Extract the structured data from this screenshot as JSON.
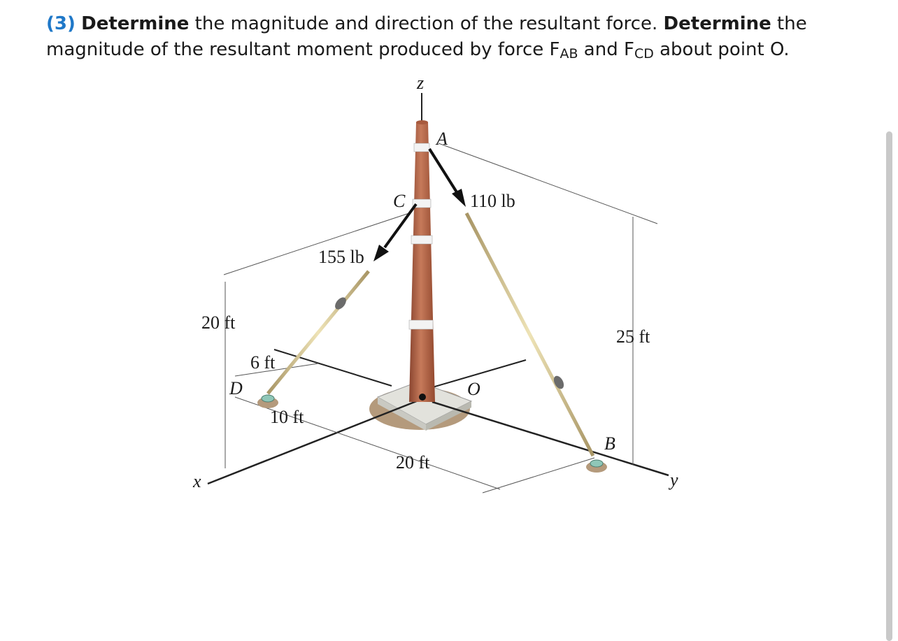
{
  "problem": {
    "number": "(3)",
    "verb1": "Determine",
    "text1": " the magnitude and direction of the resultant force. ",
    "verb2": "Determine",
    "text2": " the magnitude of the resultant moment produced by force F",
    "sub1": "AB",
    "text3": " and F",
    "sub2": "CD",
    "text4": " about point O."
  },
  "figure": {
    "axis_z": "z",
    "axis_x": "x",
    "axis_y": "y",
    "point_a": "A",
    "point_b": "B",
    "point_c": "C",
    "point_d": "D",
    "point_o": "O",
    "force_ab": "110 lb",
    "force_cd": "155 lb",
    "dim_20ft_left": "20 ft",
    "dim_25ft": "25 ft",
    "dim_6ft": "6 ft",
    "dim_10ft": "10 ft",
    "dim_20ft_bottom": "20 ft"
  },
  "colors": {
    "pole": "#b5684a",
    "pole_dark": "#8a4530",
    "base": "#e2e2dc",
    "ground": "#b49a7c",
    "anchor": "#8fc7b8",
    "cable": "#cfc08a",
    "question_number": "#1f78c8"
  }
}
